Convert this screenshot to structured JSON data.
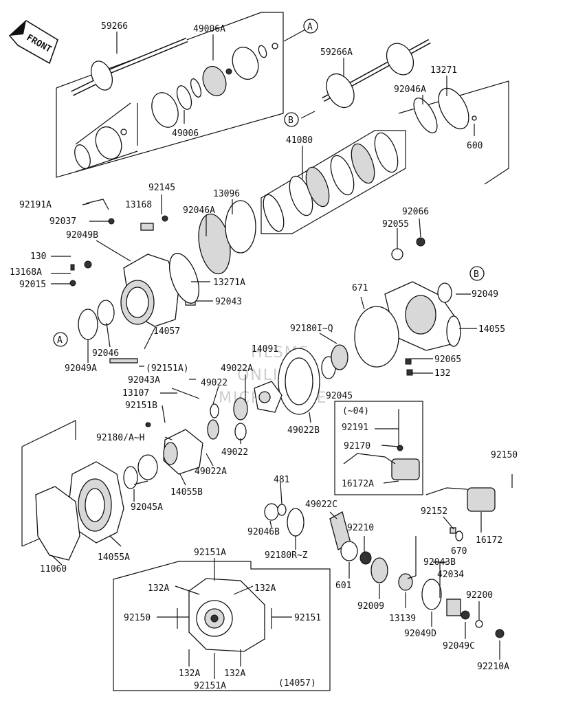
{
  "front_badge": "FRONT",
  "watermark": [
    "HLSMS",
    "ONLINE",
    "MICROFICHE"
  ],
  "callouts": {
    "A": "A",
    "B": "B"
  },
  "box_notes": {
    "year_range": "(~04)",
    "housing_ref": "(14057)"
  },
  "labels": [
    {
      "id": "p59266",
      "text": "59266"
    },
    {
      "id": "p49006A",
      "text": "49006A"
    },
    {
      "id": "p49006",
      "text": "49006"
    },
    {
      "id": "p59266A",
      "text": "59266A"
    },
    {
      "id": "p13271",
      "text": "13271"
    },
    {
      "id": "p92046A_top",
      "text": "92046A"
    },
    {
      "id": "p600",
      "text": "600"
    },
    {
      "id": "p41080",
      "text": "41080"
    },
    {
      "id": "p92145",
      "text": "92145"
    },
    {
      "id": "p13096",
      "text": "13096"
    },
    {
      "id": "p92191A",
      "text": "92191A"
    },
    {
      "id": "p13168",
      "text": "13168"
    },
    {
      "id": "p92037",
      "text": "92037"
    },
    {
      "id": "p92046A_mid",
      "text": "92046A"
    },
    {
      "id": "p92049B",
      "text": "92049B"
    },
    {
      "id": "p130",
      "text": "130"
    },
    {
      "id": "p13168A",
      "text": "13168A"
    },
    {
      "id": "p92015",
      "text": "92015"
    },
    {
      "id": "p13271A",
      "text": "13271A"
    },
    {
      "id": "p92043",
      "text": "92043"
    },
    {
      "id": "p92066",
      "text": "92066"
    },
    {
      "id": "p92055",
      "text": "92055"
    },
    {
      "id": "p92049",
      "text": "92049"
    },
    {
      "id": "p671",
      "text": "671"
    },
    {
      "id": "p14055",
      "text": "14055"
    },
    {
      "id": "p92180IQ",
      "text": "92180I~Q"
    },
    {
      "id": "p14091",
      "text": "14091"
    },
    {
      "id": "p92065",
      "text": "92065"
    },
    {
      "id": "p132_r",
      "text": "132"
    },
    {
      "id": "p14057",
      "text": "14057"
    },
    {
      "id": "p92046",
      "text": "92046"
    },
    {
      "id": "p92049A",
      "text": "92049A"
    },
    {
      "id": "p92151A_paren",
      "text": "(92151A)"
    },
    {
      "id": "p49022A_t",
      "text": "49022A"
    },
    {
      "id": "p92043A",
      "text": "92043A"
    },
    {
      "id": "p49022_t",
      "text": "49022"
    },
    {
      "id": "p13107",
      "text": "13107"
    },
    {
      "id": "p92045",
      "text": "92045"
    },
    {
      "id": "p92151B",
      "text": "92151B"
    },
    {
      "id": "p92191",
      "text": "92191"
    },
    {
      "id": "p49022B",
      "text": "49022B"
    },
    {
      "id": "p92180AH",
      "text": "92180/A~H"
    },
    {
      "id": "p49022_m",
      "text": "49022"
    },
    {
      "id": "p92170",
      "text": "92170"
    },
    {
      "id": "p92150_r",
      "text": "92150"
    },
    {
      "id": "p49022A_m",
      "text": "49022A"
    },
    {
      "id": "p16172A",
      "text": "16172A"
    },
    {
      "id": "p14055B",
      "text": "14055B"
    },
    {
      "id": "p481",
      "text": "481"
    },
    {
      "id": "p92045A",
      "text": "92045A"
    },
    {
      "id": "p49022C",
      "text": "49022C"
    },
    {
      "id": "p92152",
      "text": "92152"
    },
    {
      "id": "p92046B",
      "text": "92046B"
    },
    {
      "id": "p92210",
      "text": "92210"
    },
    {
      "id": "p670",
      "text": "670"
    },
    {
      "id": "p16172",
      "text": "16172"
    },
    {
      "id": "p14055A",
      "text": "14055A"
    },
    {
      "id": "p92180RZ",
      "text": "92180R~Z"
    },
    {
      "id": "p92043B",
      "text": "92043B"
    },
    {
      "id": "p11060",
      "text": "11060"
    },
    {
      "id": "p42034",
      "text": "42034"
    },
    {
      "id": "p601",
      "text": "601"
    },
    {
      "id": "p92151A_top",
      "text": "92151A"
    },
    {
      "id": "p92200",
      "text": "92200"
    },
    {
      "id": "p132A_tl",
      "text": "132A"
    },
    {
      "id": "p132A_tr",
      "text": "132A"
    },
    {
      "id": "p92009",
      "text": "92009"
    },
    {
      "id": "p13139",
      "text": "13139"
    },
    {
      "id": "p92150_b",
      "text": "92150"
    },
    {
      "id": "p92151_b",
      "text": "92151"
    },
    {
      "id": "p92049D",
      "text": "92049D"
    },
    {
      "id": "p92049C",
      "text": "92049C"
    },
    {
      "id": "p132A_bl",
      "text": "132A"
    },
    {
      "id": "p132A_br",
      "text": "132A"
    },
    {
      "id": "p92210A",
      "text": "92210A"
    },
    {
      "id": "p92151A_bot",
      "text": "92151A"
    }
  ]
}
